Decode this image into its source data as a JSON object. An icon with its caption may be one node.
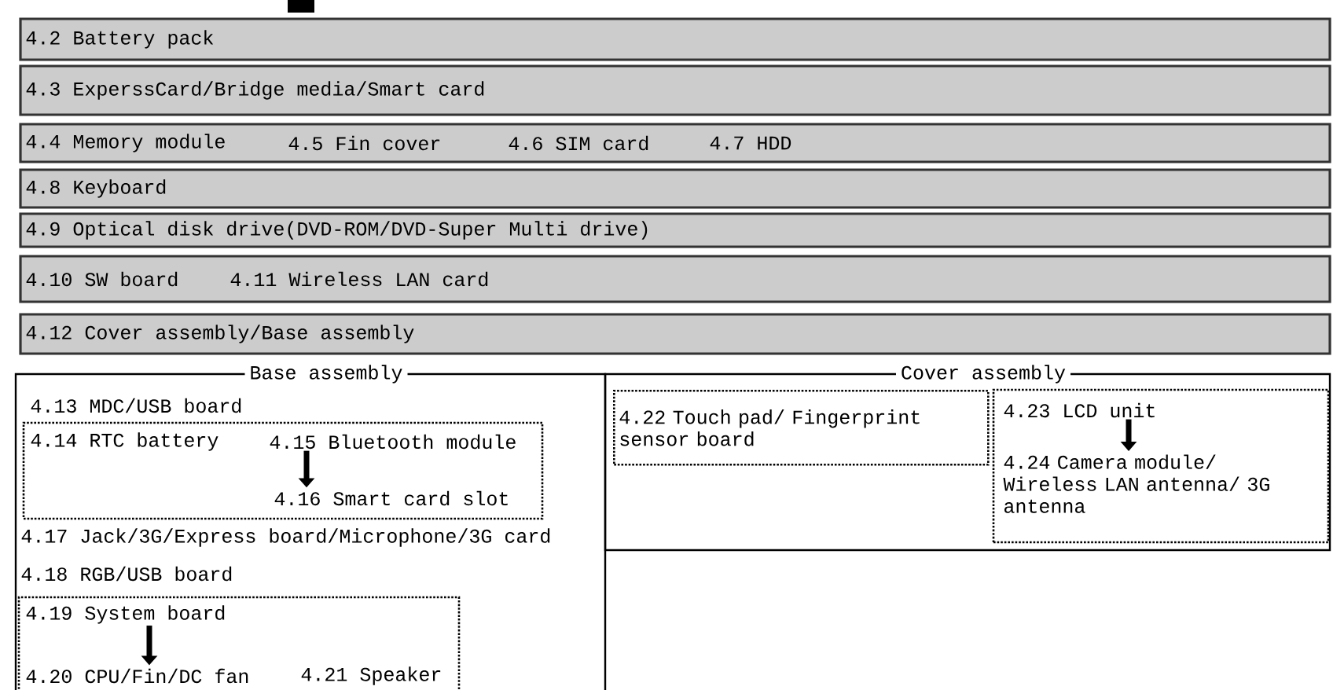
{
  "diagram": {
    "nodes": [
      {
        "text": [
          "4.2 Battery pack"
        ]
      },
      {
        "text": [
          "4.3 ExperssCard/Bridge media/Smart card"
        ]
      },
      {
        "text": [
          "4.4 Memory module",
          "4.5 Fin cover",
          "4.6 SIM card",
          "4.7 HDD"
        ]
      },
      {
        "text": [
          "4.8 Keyboard"
        ]
      },
      {
        "text": [
          "4.9 Optical disk drive(DVD-ROM/DVD-Super Multi drive)"
        ]
      },
      {
        "text": [
          "4.10 SW board",
          "4.11 Wireless LAN card"
        ]
      },
      {
        "text": [
          "4.12 Cover assembly/Base assembly"
        ]
      },
      {
        "text": [
          "Base assembly"
        ]
      },
      {
        "text": [
          "4.13 MDC/USB board"
        ],
        "in": 7
      },
      {
        "text": [],
        "shape": "box",
        "in": 7
      },
      {
        "text": [
          "4.14 RTC battery"
        ],
        "in": 9
      },
      {
        "text": [
          "4.15 Bluetooth module"
        ],
        "in": 9
      },
      {
        "text": [
          "4.16 Smart card slot"
        ],
        "in": 9
      },
      {
        "text": [
          "4.17 Jack/3G/Express board/Microphone/3G card"
        ],
        "in": 7
      },
      {
        "text": [
          "4.18 RGB/USB board"
        ],
        "in": 7
      },
      {
        "text": [],
        "shape": "box",
        "in": 7
      },
      {
        "text": [
          "4.19 System board"
        ],
        "in": 15
      },
      {
        "text": [
          "4.20 CPU/Fin/DC fan"
        ],
        "in": 15
      },
      {
        "text": [
          "4.21 Speaker"
        ],
        "in": 15
      },
      {
        "text": [
          "Cover assembly"
        ]
      },
      {
        "text": [
          "4.22 Touch pad/ Fingerprint sensor board"
        ],
        "in": 19
      },
      {
        "text": [],
        "shape": "box",
        "in": 19
      },
      {
        "text": [
          "4.23 LCD unit"
        ],
        "in": 21
      },
      {
        "text": [
          "4.24 Camera module/ Wireless LAN antenna/ 3G antenna"
        ],
        "in": 21
      }
    ],
    "edges": [
      {
        "from": 11,
        "to": 12,
        "arrow": "to"
      },
      {
        "from": 16,
        "to": 17,
        "arrow": "to"
      },
      {
        "from": 22,
        "to": 23,
        "arrow": "to"
      }
    ]
  }
}
